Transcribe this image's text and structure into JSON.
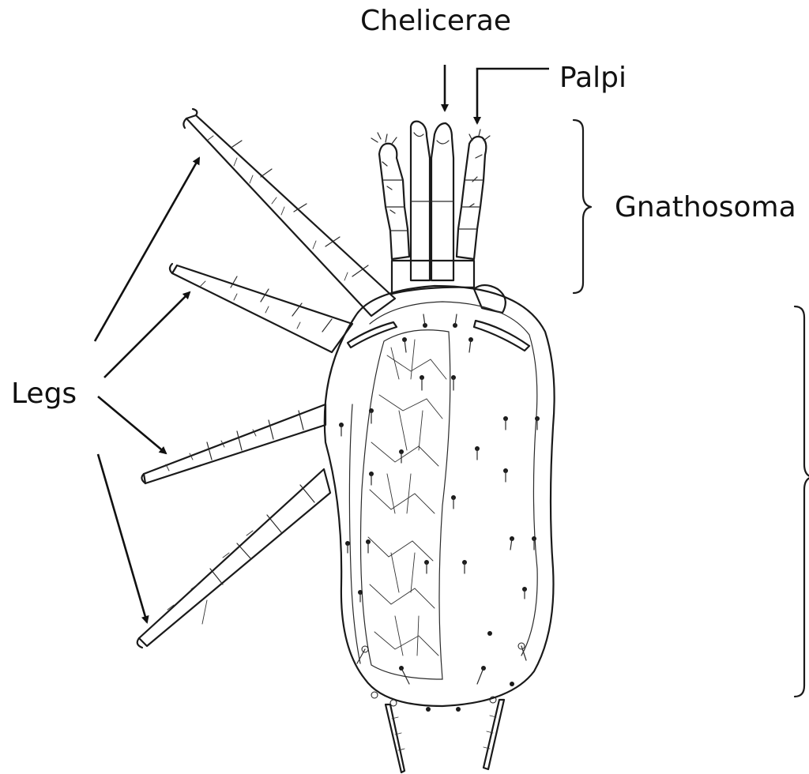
{
  "labels": {
    "chelicerae": "Chelicerae",
    "palpi": "Palpi",
    "gnathosoma": "Gnathosoma",
    "legs": "Legs"
  },
  "colors": {
    "ink": "#1a1a1a",
    "background": "#ffffff"
  }
}
